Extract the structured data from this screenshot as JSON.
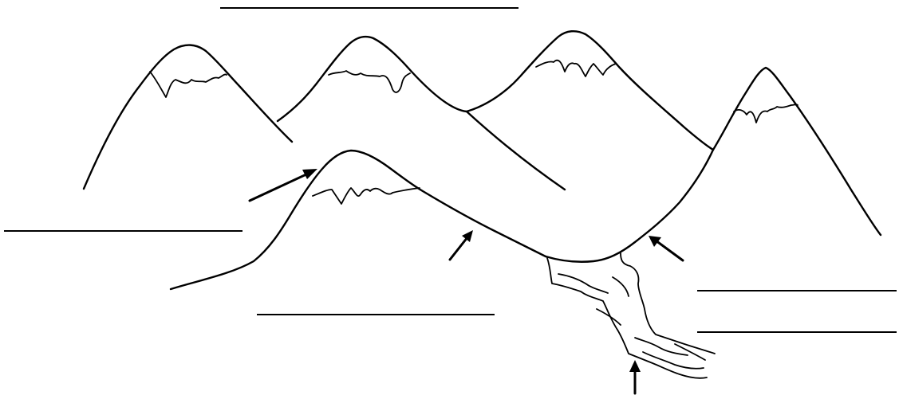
{
  "diagram": {
    "subject": "mountain-glacier-landscape",
    "line_color": "#000000",
    "background": "#ffffff",
    "label_blanks": [
      {
        "id": "blank-top",
        "value": ""
      },
      {
        "id": "blank-left",
        "value": ""
      },
      {
        "id": "blank-bottom-center",
        "value": ""
      },
      {
        "id": "blank-right-upper",
        "value": ""
      },
      {
        "id": "blank-right-lower",
        "value": ""
      }
    ],
    "pointer_arrows": [
      "arrow-peak",
      "arrow-slope",
      "arrow-valley-edge",
      "arrow-outwash"
    ]
  }
}
